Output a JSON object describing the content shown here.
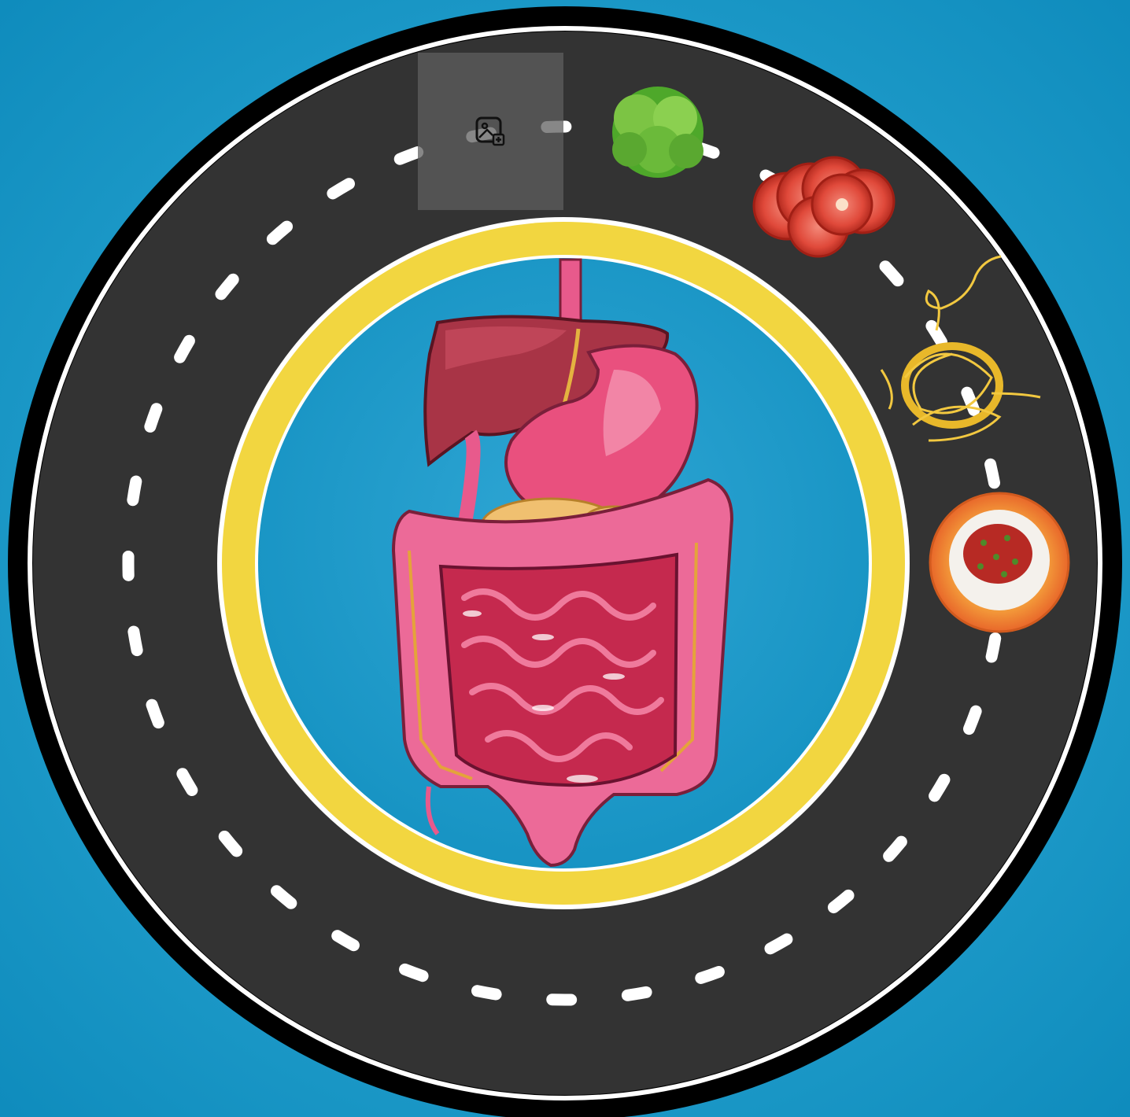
{
  "board": {
    "theme": "digestive-system-road",
    "colors": {
      "background": "#1a9ac7",
      "road": "#333333",
      "road_edge": "#000000",
      "road_line": "#ffffff",
      "inner_ring": "#f2d640",
      "organ_pink": "#e85a8c",
      "liver": "#a83446"
    }
  },
  "center": {
    "image": "digestive-system-illustration"
  },
  "placeholder": {
    "icon": "add-image-icon"
  },
  "track_items": [
    {
      "name": "lettuce",
      "icon": "lettuce-icon"
    },
    {
      "name": "tomato-slices",
      "icon": "tomato-slices-icon"
    },
    {
      "name": "spaghetti",
      "icon": "spaghetti-icon"
    },
    {
      "name": "rice-and-beans",
      "icon": "rice-beans-plate-icon"
    }
  ]
}
